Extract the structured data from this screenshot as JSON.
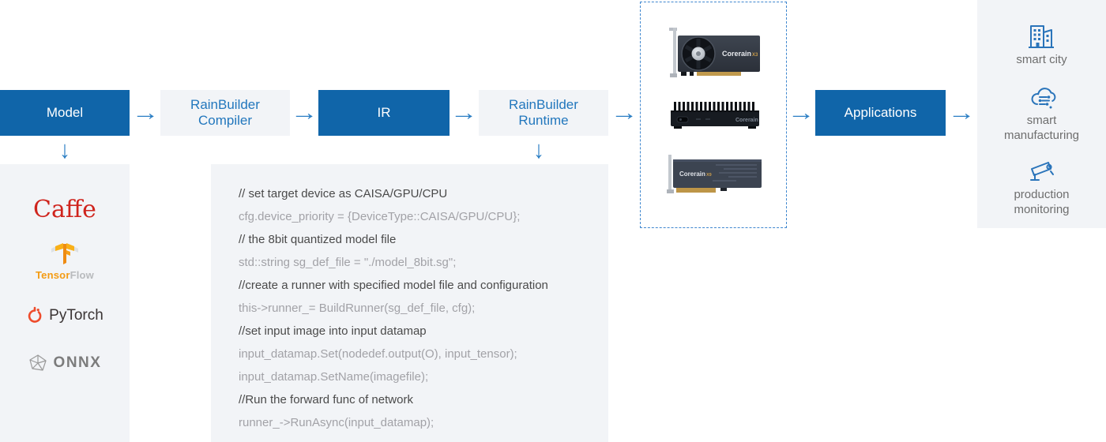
{
  "colors": {
    "accent_blue": "#1065a9",
    "arrow_blue": "#2a7ec4",
    "panel_bg": "#f2f4f7",
    "box_text_blue": "#2277bd",
    "dashed_border_blue": "#3f87cf",
    "code_comment": "#4a4a4a",
    "code_text": "#a2a2a7",
    "label_gray": "#6e6e6e",
    "caffe_red": "#cf241d",
    "tensorflow_orange": "#f49b13",
    "pytorch_orange": "#ee4c2c",
    "icon_blue": "#2a74ba"
  },
  "icons": {
    "arrow_right": "→",
    "arrow_down": "↓"
  },
  "pipeline": {
    "model": "Model",
    "compiler_line1": "RainBuilder",
    "compiler_line2": "Compiler",
    "ir": "IR",
    "runtime_line1": "RainBuilder",
    "runtime_line2": "Runtime",
    "applications": "Applications"
  },
  "frameworks": {
    "caffe": "Caffe",
    "tensorflow_part1": "Tensor",
    "tensorflow_part2": "Flow",
    "pytorch": "PyTorch",
    "onnx": "ONNX"
  },
  "hardware": {
    "accelerator_card": {
      "brand": "Corerain",
      "model": "X3"
    },
    "edge_box": {
      "brand": "Corerain"
    },
    "server_card": {
      "brand": "Corerain",
      "model": "X9"
    }
  },
  "applications": {
    "smart_city": {
      "label": "smart city"
    },
    "smart_manufacturing": {
      "line1": "smart",
      "line2": "manufacturing"
    },
    "production_monitoring": {
      "line1": "production",
      "line2": "monitoring"
    }
  },
  "code": {
    "lines": [
      {
        "type": "comment",
        "text": "// set target device as CAISA/GPU/CPU"
      },
      {
        "type": "code",
        "text": "cfg.device_priority = {DeviceType::CAISA/GPU/CPU};"
      },
      {
        "type": "comment",
        "text": "// the 8bit quantized model file"
      },
      {
        "type": "code",
        "text": "std::string sg_def_file = \"./model_8bit.sg\";"
      },
      {
        "type": "comment",
        "text": "//create a runner with specified model file and configuration"
      },
      {
        "type": "code",
        "text": "this->runner_= BuildRunner(sg_def_file, cfg);"
      },
      {
        "type": "comment",
        "text": "//set input image into input datamap"
      },
      {
        "type": "code",
        "text": "input_datamap.Set(nodedef.output(O), input_tensor);"
      },
      {
        "type": "code",
        "text": "input_datamap.SetName(imagefile);"
      },
      {
        "type": "comment",
        "text": "//Run the forward func of network"
      },
      {
        "type": "code",
        "text": "runner_->RunAsync(input_datamap);"
      }
    ]
  }
}
